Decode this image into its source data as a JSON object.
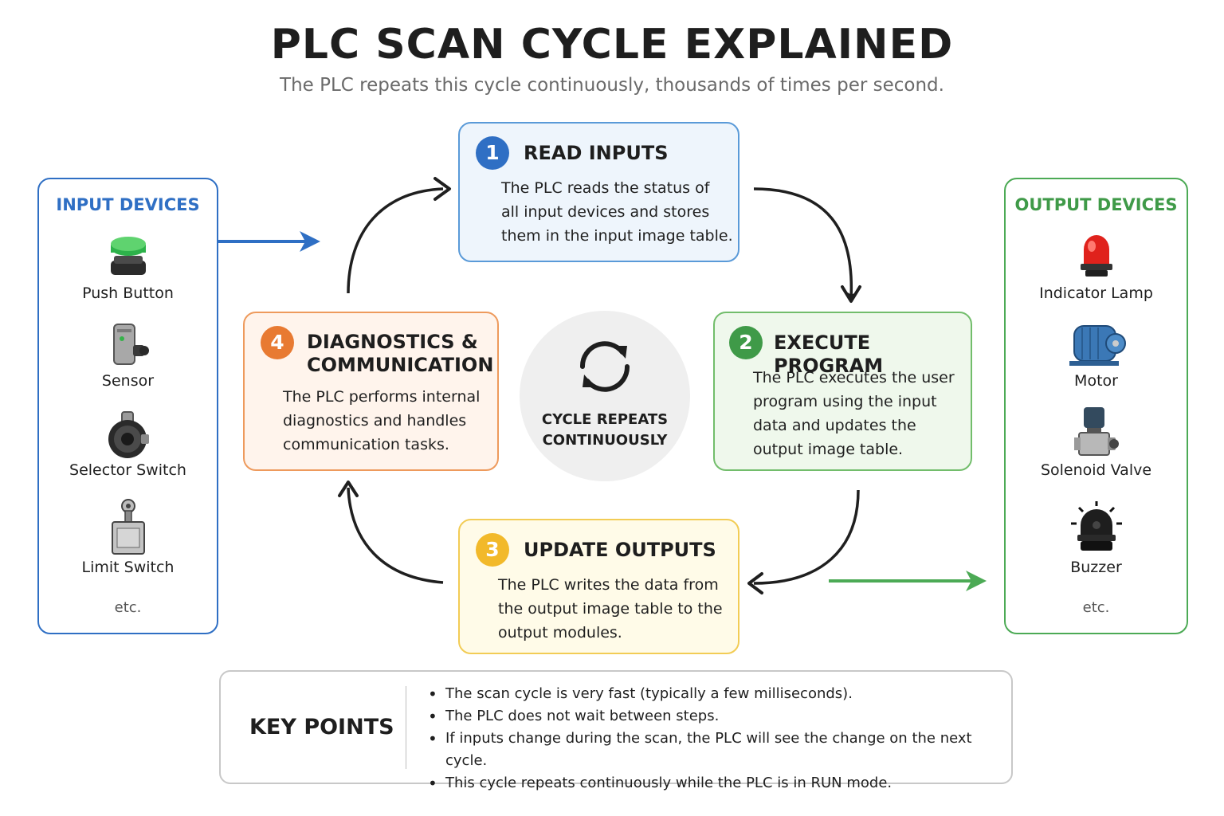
{
  "header": {
    "title": "PLC SCAN CYCLE EXPLAINED",
    "subtitle": "The PLC repeats this cycle continuously, thousands of times per second."
  },
  "input_panel": {
    "title": "INPUT DEVICES",
    "devices": [
      {
        "label": "Push Button",
        "icon": "push-button-icon"
      },
      {
        "label": "Sensor",
        "icon": "sensor-icon"
      },
      {
        "label": "Selector Switch",
        "icon": "selector-switch-icon"
      },
      {
        "label": "Limit Switch",
        "icon": "limit-switch-icon"
      }
    ],
    "etc": "etc.",
    "color": "#2f6fc4"
  },
  "output_panel": {
    "title": "OUTPUT DEVICES",
    "devices": [
      {
        "label": "Indicator Lamp",
        "icon": "indicator-lamp-icon"
      },
      {
        "label": "Motor",
        "icon": "motor-icon"
      },
      {
        "label": "Solenoid Valve",
        "icon": "solenoid-valve-icon"
      },
      {
        "label": "Buzzer",
        "icon": "buzzer-icon"
      }
    ],
    "etc": "etc.",
    "color": "#4caa55"
  },
  "steps": [
    {
      "number": "1",
      "title": "READ INPUTS",
      "desc": [
        "The PLC reads the status of",
        "all input devices and stores",
        "them in the input image table."
      ],
      "color": "#2f6fc4"
    },
    {
      "number": "2",
      "title": "EXECUTE PROGRAM",
      "desc": [
        "The PLC executes the user",
        "program using the input",
        "data and updates the",
        "output image table."
      ],
      "color": "#3f9a48"
    },
    {
      "number": "3",
      "title": "UPDATE OUTPUTS",
      "desc": [
        "The PLC writes the data from",
        "the output image table to the",
        "output modules."
      ],
      "color": "#f2b92a"
    },
    {
      "number": "4",
      "title_lines": [
        "DIAGNOSTICS &",
        "COMMUNICATION"
      ],
      "desc": [
        "The PLC performs internal",
        "diagnostics and handles",
        "communication tasks."
      ],
      "color": "#e87a32"
    }
  ],
  "center": {
    "icon": "cycle-arrows-icon",
    "lines": [
      "CYCLE REPEATS",
      "CONTINUOUSLY"
    ]
  },
  "key_points": {
    "title": "KEY POINTS",
    "items": [
      "The scan cycle is very fast (typically a few milliseconds).",
      "The PLC does not wait between steps.",
      "If inputs change during the scan, the PLC will see the change on the next cycle.",
      "This cycle repeats continuously while the PLC is in RUN mode."
    ]
  }
}
